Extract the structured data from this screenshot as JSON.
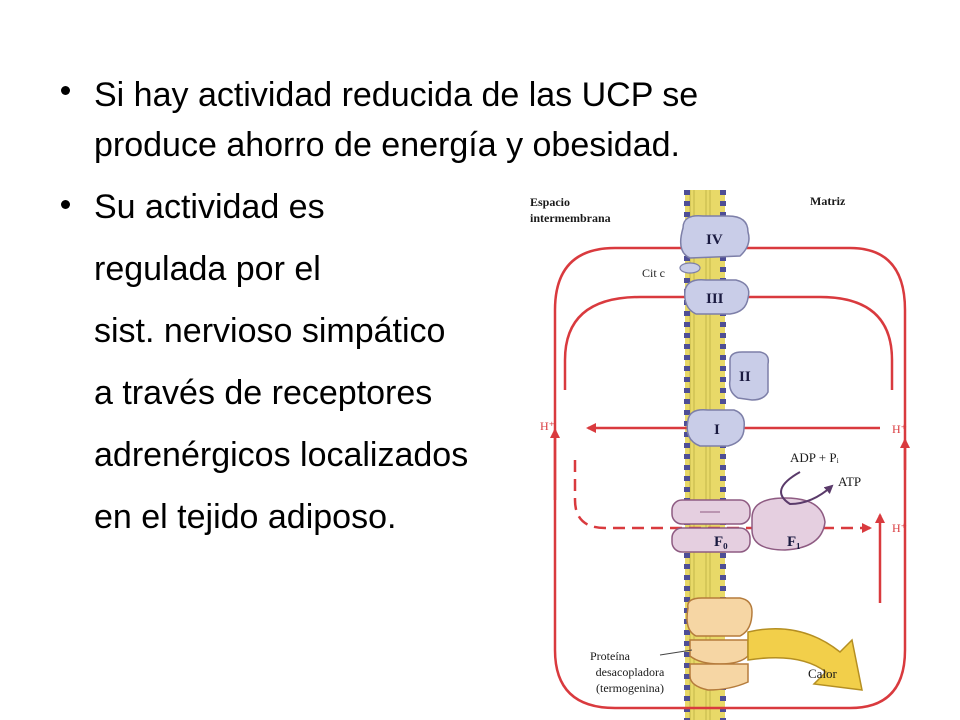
{
  "slide": {
    "bullet_1_line_1": "Si hay actividad reducida  de las UCP se",
    "bullet_1_line_2": "produce ahorro de energía y obesidad.",
    "bullet_2_line_1": "Su actividad es",
    "bullet_2_line_2": " regulada por el",
    "bullet_2_line_3": "sist. nervioso simpático",
    "bullet_2_line_4": "a través de receptores",
    "bullet_2_line_5": " adrenérgicos localizados",
    "bullet_2_line_6": " en el tejido adiposo."
  },
  "diagram": {
    "label_espacio_1": "Espacio",
    "label_espacio_2": "intermembrana",
    "label_matriz": "Matriz",
    "label_iv": "IV",
    "label_cit_c": "Cit c",
    "label_iii": "III",
    "label_ii": "II",
    "label_i": "I",
    "label_h_left": "H⁺",
    "label_h_right_top": "H⁺",
    "label_h_right_bottom": "H⁺",
    "label_adp": "ADP + Pᵢ",
    "label_atp": "ATP",
    "label_fo": "F₀",
    "label_f1": "F₁",
    "label_proteina_1": "Proteína",
    "label_proteina_2": "desacopladora",
    "label_proteina_3": "(termogenina)",
    "label_calor": "Calor",
    "colors": {
      "arrow_red": "#d93a3e",
      "membrane_yellow": "#e8d968",
      "membrane_heads": "#5a5aa0",
      "complex_blue": "#c9cde8",
      "atpase_pink": "#e5cfe0",
      "ucp_orange": "#f6d6a4",
      "calor_yellow": "#f2cf4a"
    }
  }
}
